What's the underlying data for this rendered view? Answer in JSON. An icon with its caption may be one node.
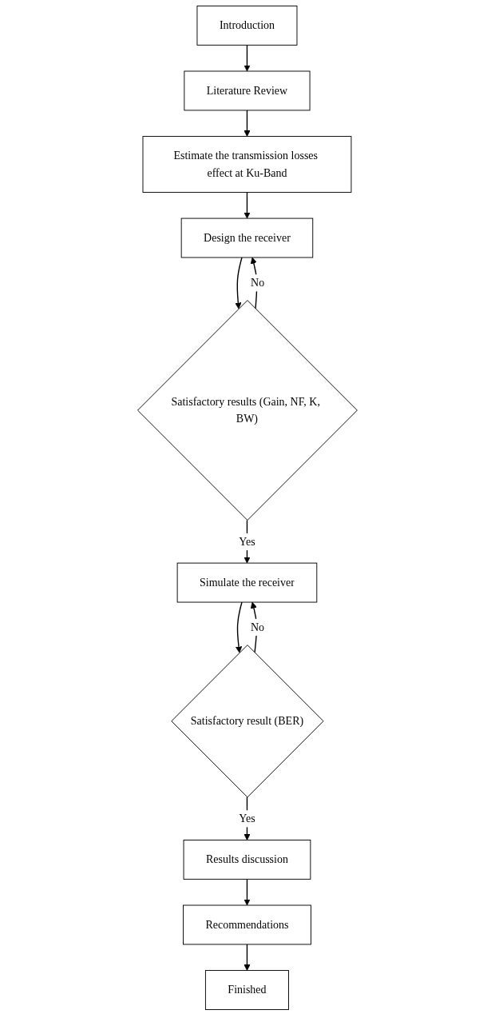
{
  "diagram": {
    "nodes": [
      {
        "text": [
          "Introduction"
        ]
      },
      {
        "text": [
          "Literature Review"
        ]
      },
      {
        "text": [
          "Estimate the transmission losses effect at Ku-Band"
        ]
      },
      {
        "text": [
          "Design the receiver"
        ]
      },
      {
        "text": [
          "Satisfactory results (Gain, NF, K, BW)"
        ]
      },
      {
        "text": [
          "Simulate the receiver"
        ]
      },
      {
        "text": [
          "Satisfactory result (BER)"
        ]
      },
      {
        "text": [
          "Results discussion"
        ]
      },
      {
        "text": [
          "Recommendations"
        ]
      },
      {
        "text": [
          "Finished"
        ]
      }
    ],
    "edges": [
      {
        "from": 0,
        "to": 1,
        "arrow": "to"
      },
      {
        "from": 1,
        "to": 2,
        "arrow": "to"
      },
      {
        "from": 2,
        "to": 3,
        "arrow": "to"
      },
      {
        "from": 3,
        "to": 4,
        "arrow": "to"
      },
      {
        "from": 4,
        "to": 3,
        "arrow": "to",
        "label": "No"
      },
      {
        "from": 4,
        "to": 5,
        "arrow": "to",
        "label": "Yes"
      },
      {
        "from": 5,
        "to": 6,
        "arrow": "to"
      },
      {
        "from": 6,
        "to": 5,
        "arrow": "to",
        "label": "No"
      },
      {
        "from": 6,
        "to": 7,
        "arrow": "to",
        "label": "Yes"
      },
      {
        "from": 7,
        "to": 8,
        "arrow": "to"
      },
      {
        "from": 8,
        "to": 9,
        "arrow": "to"
      }
    ]
  }
}
